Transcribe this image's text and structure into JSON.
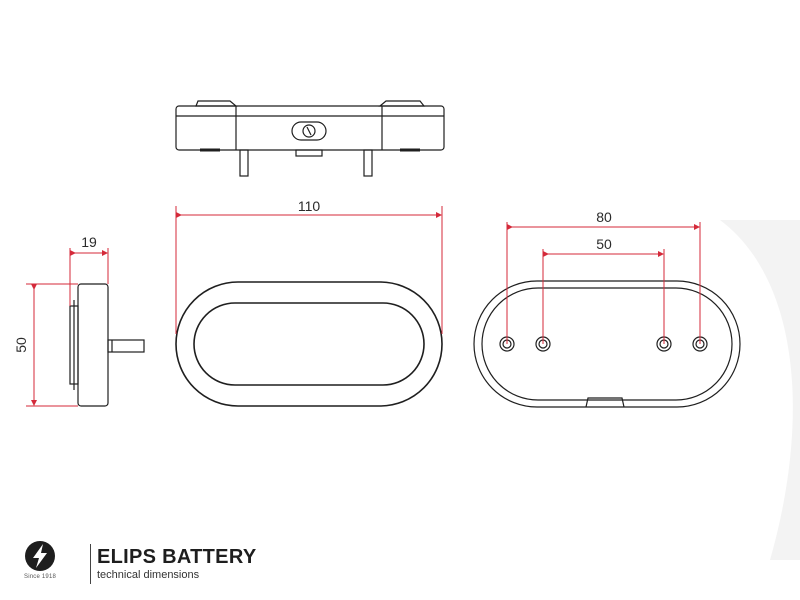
{
  "colors": {
    "outline": "#1f1f1f",
    "dimension": "#d42a3a",
    "watermark": "#f2f2f2",
    "text": "#2b2b2b"
  },
  "dimensions": {
    "length_110": "110",
    "width_80": "80",
    "width_50": "50",
    "height_50": "50",
    "depth_19": "19"
  },
  "brand": {
    "logo_icon": "lightning-bolt-in-circle-icon",
    "since": "Since 1918",
    "name": "ELIPS BATTERY",
    "subtitle": "technical dimensions"
  }
}
